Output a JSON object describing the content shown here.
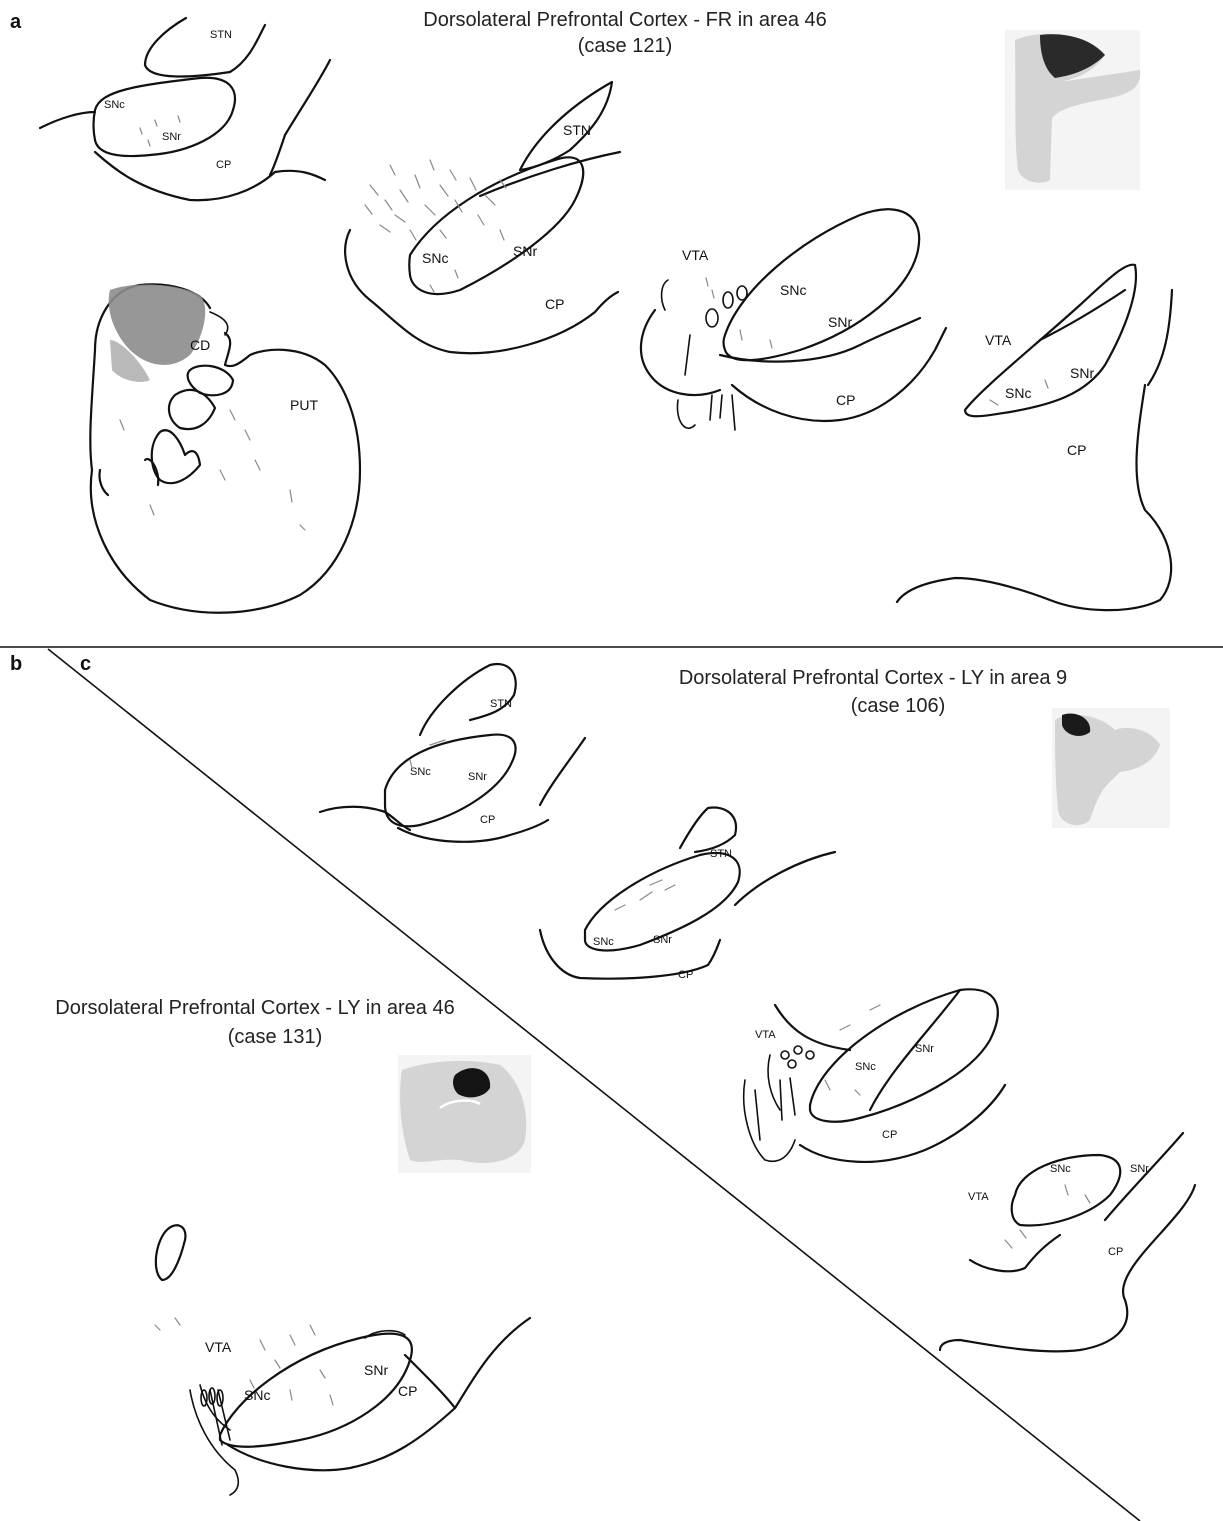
{
  "panels": {
    "a": {
      "letter": "a",
      "title_line1": "Dorsolateral Prefrontal Cortex - FR in area 46",
      "title_line2": "(case 121)",
      "labels": {
        "s1_stn": "STN",
        "s1_snc": "SNc",
        "s1_snr": "SNr",
        "s1_cp": "CP",
        "s2_stn": "STN",
        "s2_snc": "SNc",
        "s2_snr": "SNr",
        "s2_cp": "CP",
        "s3_vta": "VTA",
        "s3_snc": "SNc",
        "s3_snr": "SNr",
        "s3_cp": "CP",
        "s4_vta": "VTA",
        "s4_snc": "SNc",
        "s4_snr": "SNr",
        "s4_cp": "CP",
        "str_cd": "CD",
        "str_put": "PUT"
      }
    },
    "b": {
      "letter": "b",
      "title_line1": "Dorsolateral Prefrontal Cortex - LY in area 46",
      "title_line2": "(case 131)",
      "labels": {
        "vta": "VTA",
        "snc": "SNc",
        "snr": "SNr",
        "cp": "CP"
      }
    },
    "c": {
      "letter": "c",
      "title_line1": "Dorsolateral Prefrontal Cortex - LY in area 9",
      "title_line2": "(case 106)",
      "labels": {
        "s1_stn": "STN",
        "s1_snc": "SNc",
        "s1_snr": "SNr",
        "s1_cp": "CP",
        "s2_stn": "STN",
        "s2_snc": "SNc",
        "s2_snr": "SNr",
        "s2_cp": "CP",
        "s3_vta": "VTA",
        "s3_snc": "SNc",
        "s3_snr": "SNr",
        "s3_cp": "CP",
        "s4_vta": "VTA",
        "s4_snc": "SNc",
        "s4_snr": "SNr",
        "s4_cp": "CP"
      }
    }
  },
  "colors": {
    "line": "#111111",
    "fiber": "#888888",
    "injection": "#1a1a1a",
    "section": "#d9d9d9"
  }
}
